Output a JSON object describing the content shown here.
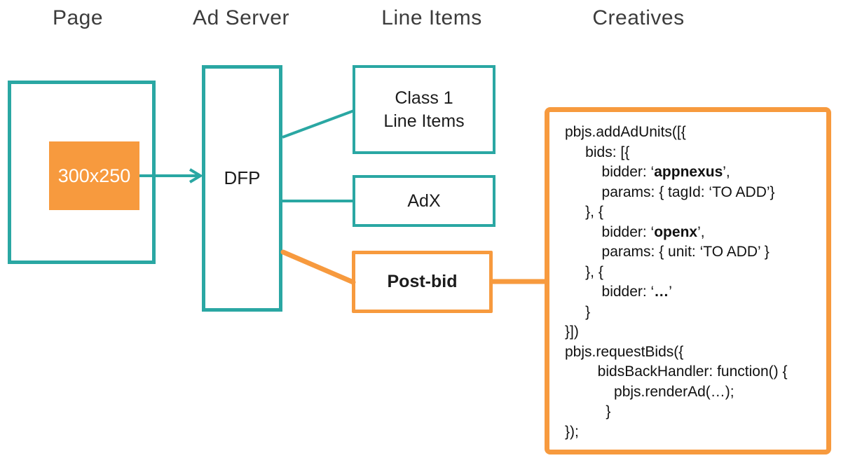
{
  "colors": {
    "teal": "#2AA7A3",
    "orange": "#F79A3E",
    "heading": "#3C3C3C",
    "text": "#1C1C1C"
  },
  "headings": {
    "page": "Page",
    "ad_server": "Ad Server",
    "line_items": "Line Items",
    "creatives": "Creatives"
  },
  "nodes": {
    "ad_slot": {
      "label": "300x250"
    },
    "dfp": {
      "label": "DFP"
    },
    "class1": {
      "label_line1": "Class 1",
      "label_line2": "Line Items"
    },
    "adx": {
      "label": "AdX"
    },
    "postbid": {
      "label": "Post-bid"
    }
  },
  "code": {
    "lines": [
      [
        [
          "pbjs.addAdUnits([{",
          false
        ]
      ],
      [
        [
          "     bids: [{",
          false
        ]
      ],
      [
        [
          "         bidder: ‘",
          false
        ],
        [
          "appnexus",
          true
        ],
        [
          "’,",
          false
        ]
      ],
      [
        [
          "         params: { tagId: ‘TO ADD’}",
          false
        ]
      ],
      [
        [
          "     }, {",
          false
        ]
      ],
      [
        [
          "         bidder: ‘",
          false
        ],
        [
          "openx",
          true
        ],
        [
          "’,",
          false
        ]
      ],
      [
        [
          "         params: { unit: ‘TO ADD’ }",
          false
        ]
      ],
      [
        [
          "     }, {",
          false
        ]
      ],
      [
        [
          "         bidder: ‘",
          false
        ],
        [
          "…",
          true
        ],
        [
          "’",
          false
        ]
      ],
      [
        [
          "     }",
          false
        ]
      ],
      [
        [
          "}])",
          false
        ]
      ],
      [
        [
          "pbjs.requestBids({",
          false
        ]
      ],
      [
        [
          "        bidsBackHandler: function() {",
          false
        ]
      ],
      [
        [
          "            pbjs.renderAd(…);",
          false
        ]
      ],
      [
        [
          "          }",
          false
        ]
      ],
      [
        [
          "});",
          false
        ]
      ]
    ]
  }
}
